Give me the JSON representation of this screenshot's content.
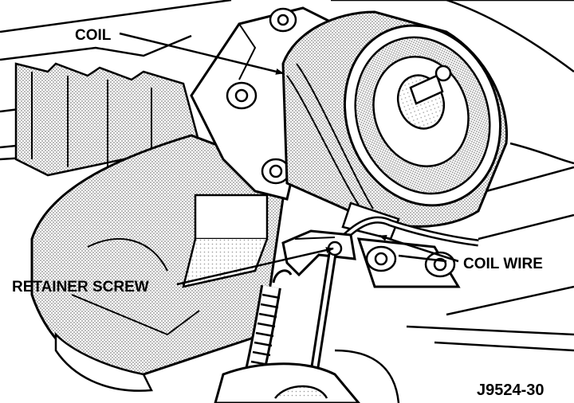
{
  "labels": {
    "coil": "COIL",
    "coil_wire": "COIL WIRE",
    "retainer_screw": "RETAINER SCREW"
  },
  "figure_id": "J9524-30",
  "colors": {
    "ink": "#000000",
    "paper": "#ffffff",
    "screen": "#9a9a9a"
  }
}
